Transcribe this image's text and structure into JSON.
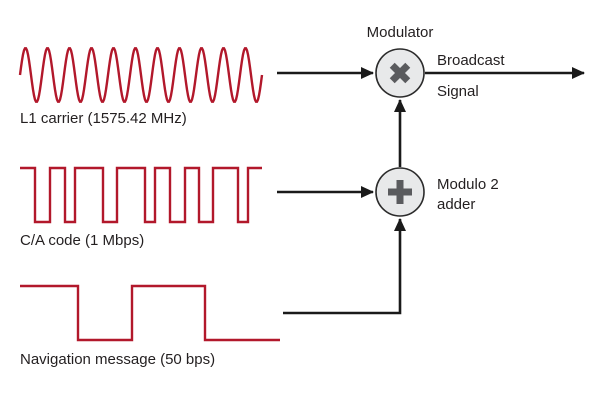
{
  "diagram": {
    "title_context": "GPS L1 signal modulation block diagram",
    "inputs": [
      {
        "label": "L1 carrier (1575.42 MHz)",
        "waveform": "sine",
        "rate": "1575.42 MHz"
      },
      {
        "label": "C/A code (1 Mbps)",
        "waveform": "square",
        "rate": "1 Mbps"
      },
      {
        "label": "Navigation message (50 bps)",
        "waveform": "square",
        "rate": "50 bps"
      }
    ],
    "nodes": {
      "modulator": {
        "label": "Modulator",
        "symbol": "multiply"
      },
      "adder": {
        "label_line1": "Modulo 2",
        "label_line2": "adder",
        "symbol": "plus"
      }
    },
    "output": {
      "label_line1": "Broadcast",
      "label_line2": "Signal"
    },
    "colors": {
      "waveform": "#b2182b",
      "arrow": "#1a1a1a",
      "node_fill": "#e8e9ea",
      "node_stroke": "#2b2b2b",
      "symbol": "#5a5b5e",
      "text": "#231f20",
      "background": "#ffffff"
    }
  }
}
